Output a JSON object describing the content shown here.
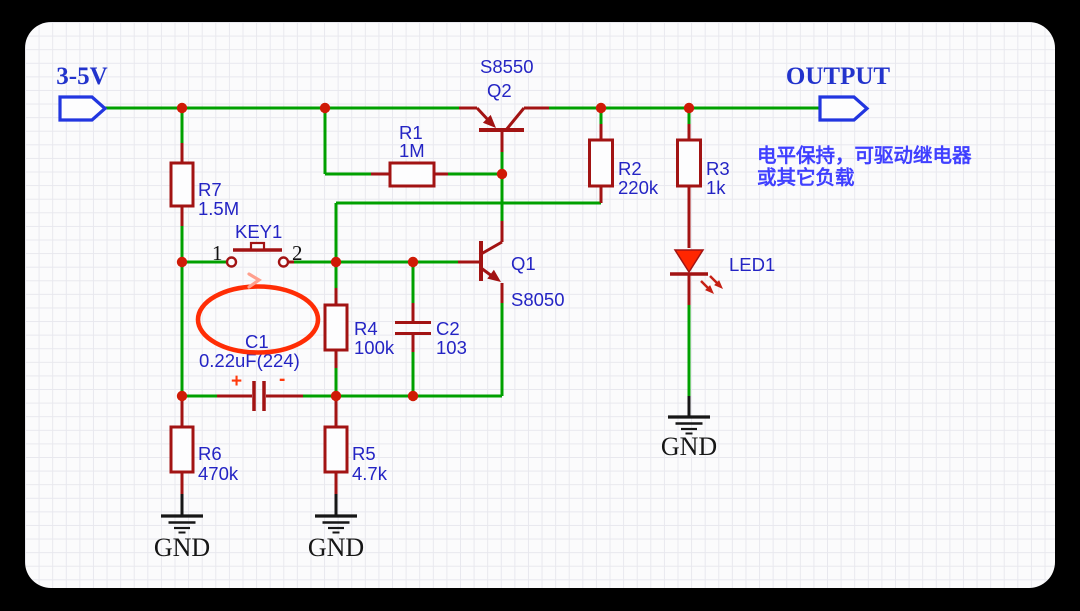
{
  "diagram": {
    "title": "one-button soft latch power switch schematic",
    "ports": {
      "input_label": "3-5V",
      "output_label": "OUTPUT"
    },
    "note": {
      "line1": "电平保持，可驱动继电器",
      "line2": "或其它负载"
    },
    "ground_label": "GND",
    "components": {
      "r1": {
        "ref": "R1",
        "value": "1M"
      },
      "r2": {
        "ref": "R2",
        "value": "220k"
      },
      "r3": {
        "ref": "R3",
        "value": "1k"
      },
      "r4": {
        "ref": "R4",
        "value": "100k"
      },
      "r5": {
        "ref": "R5",
        "value": "4.7k"
      },
      "r6": {
        "ref": "R6",
        "value": "470k"
      },
      "r7": {
        "ref": "R7",
        "value": "1.5M"
      },
      "q1": {
        "ref": "Q1",
        "part": "S8050"
      },
      "q2": {
        "ref": "Q2",
        "part": "S8550"
      },
      "c1": {
        "ref": "C1",
        "value": "0.22uF(224)",
        "polarity_plus": "+",
        "polarity_minus": "-"
      },
      "c2": {
        "ref": "C2",
        "value": "103"
      },
      "key1": {
        "ref": "KEY1",
        "pin1": "1",
        "pin2": "2"
      },
      "led1": {
        "ref": "LED1"
      }
    },
    "colors": {
      "wire_green": "#00A000",
      "component_dark_red": "#A21313",
      "junction_red": "#CF1A06",
      "label_blue": "#2424C4",
      "port_blue": "#2233CC",
      "note_blue": "#4040FF",
      "highlight_red": "#FF2D05",
      "led_red": "#FF2600",
      "ground_black": "#161616",
      "board_background": "#FBFBFC"
    }
  }
}
